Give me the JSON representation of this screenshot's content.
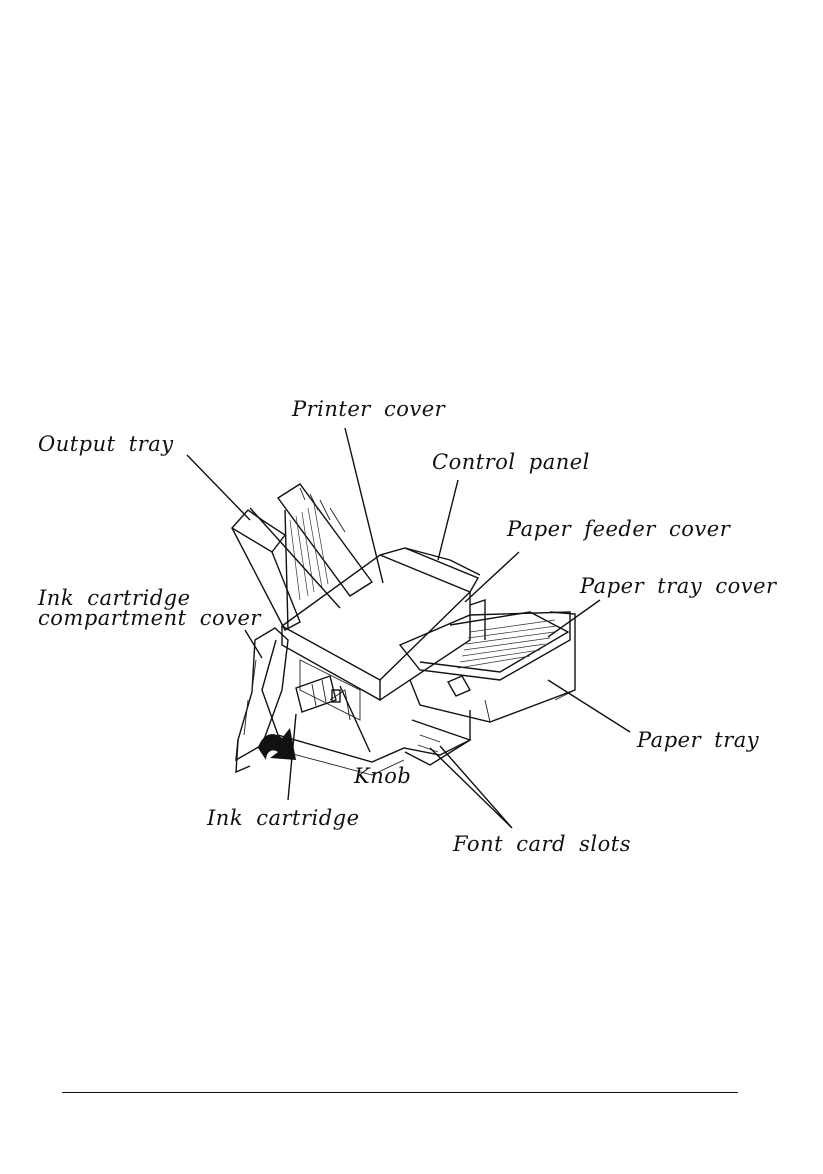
{
  "labels": {
    "printer_cover": "Printer cover",
    "output_tray": "Output tray",
    "control_panel": "Control panel",
    "paper_feeder_cover": "Paper feeder cover",
    "ink_cartridge_compartment_cover_line1": "Ink cartridge",
    "ink_cartridge_compartment_cover_line2": "compartment cover",
    "paper_tray_cover": "Paper tray cover",
    "paper_tray": "Paper tray",
    "knob": "Knob",
    "ink_cartridge": "Ink cartridge",
    "font_card_slots": "Font card slots"
  }
}
